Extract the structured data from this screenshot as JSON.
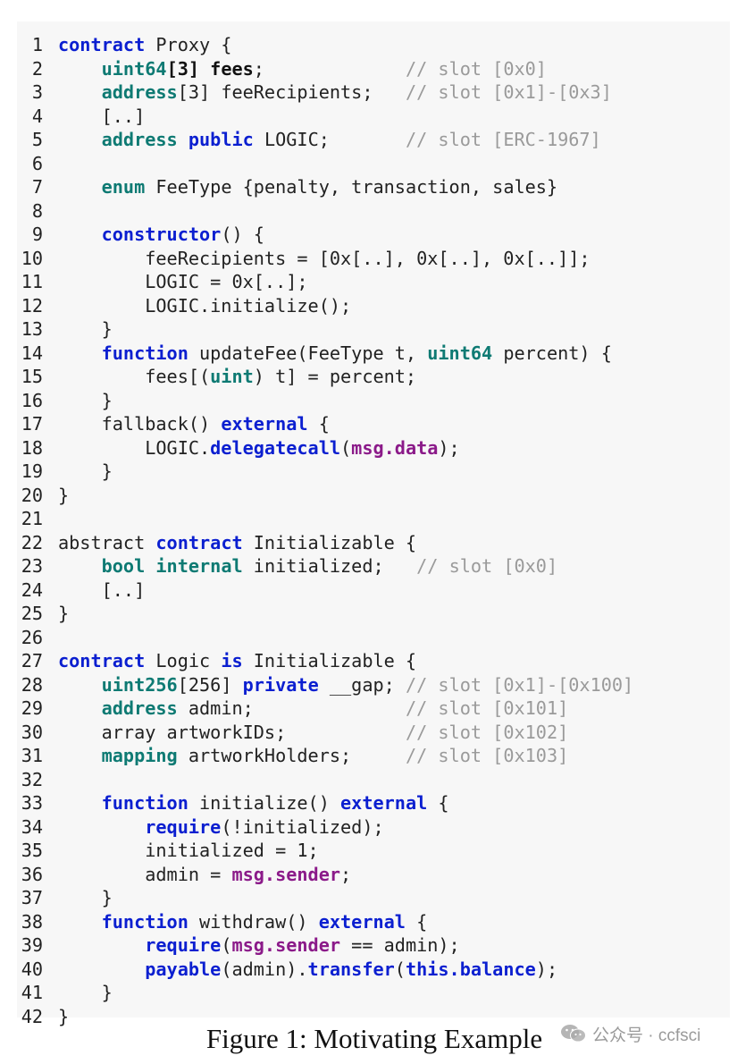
{
  "code_listing": {
    "lines": [
      {
        "n": "1",
        "segs": [
          [
            "kw-blue",
            "contract"
          ],
          [
            "plain",
            " Proxy {"
          ]
        ]
      },
      {
        "n": "2",
        "segs": [
          [
            "plain",
            "    "
          ],
          [
            "kw-teal",
            "uint64"
          ],
          [
            "kw-bold",
            "[3] fees"
          ],
          [
            "plain",
            ";             "
          ],
          [
            "comment",
            "// slot [0x0]"
          ]
        ]
      },
      {
        "n": "3",
        "segs": [
          [
            "plain",
            "    "
          ],
          [
            "kw-teal",
            "address"
          ],
          [
            "plain",
            "[3] feeRecipients;   "
          ],
          [
            "comment",
            "// slot [0x1]-[0x3]"
          ]
        ]
      },
      {
        "n": "4",
        "segs": [
          [
            "plain",
            "    [..]"
          ]
        ]
      },
      {
        "n": "5",
        "segs": [
          [
            "plain",
            "    "
          ],
          [
            "kw-teal",
            "address"
          ],
          [
            "plain",
            " "
          ],
          [
            "kw-blue",
            "public"
          ],
          [
            "plain",
            " LOGIC;       "
          ],
          [
            "comment",
            "// slot [ERC-1967]"
          ]
        ]
      },
      {
        "n": "6",
        "segs": []
      },
      {
        "n": "7",
        "segs": [
          [
            "plain",
            "    "
          ],
          [
            "kw-teal",
            "enum"
          ],
          [
            "plain",
            " FeeType {penalty, transaction, sales}"
          ]
        ]
      },
      {
        "n": "8",
        "segs": []
      },
      {
        "n": "9",
        "segs": [
          [
            "plain",
            "    "
          ],
          [
            "kw-blue",
            "constructor"
          ],
          [
            "plain",
            "() {"
          ]
        ]
      },
      {
        "n": "10",
        "segs": [
          [
            "plain",
            "        feeRecipients = [0x[..], 0x[..], 0x[..]];"
          ]
        ]
      },
      {
        "n": "11",
        "segs": [
          [
            "plain",
            "        LOGIC = 0x[..];"
          ]
        ]
      },
      {
        "n": "12",
        "segs": [
          [
            "plain",
            "        LOGIC.initialize();"
          ]
        ]
      },
      {
        "n": "13",
        "segs": [
          [
            "plain",
            "    }"
          ]
        ]
      },
      {
        "n": "14",
        "segs": [
          [
            "plain",
            "    "
          ],
          [
            "kw-blue",
            "function"
          ],
          [
            "plain",
            " updateFee(FeeType t, "
          ],
          [
            "kw-teal",
            "uint64"
          ],
          [
            "plain",
            " percent) {"
          ]
        ]
      },
      {
        "n": "15",
        "segs": [
          [
            "plain",
            "        fees[("
          ],
          [
            "kw-teal",
            "uint"
          ],
          [
            "plain",
            ") t] = percent;"
          ]
        ]
      },
      {
        "n": "16",
        "segs": [
          [
            "plain",
            "    }"
          ]
        ]
      },
      {
        "n": "17",
        "segs": [
          [
            "plain",
            "    fallback() "
          ],
          [
            "kw-blue",
            "external"
          ],
          [
            "plain",
            " {"
          ]
        ]
      },
      {
        "n": "18",
        "segs": [
          [
            "plain",
            "        LOGIC."
          ],
          [
            "kw-blue",
            "delegatecall"
          ],
          [
            "plain",
            "("
          ],
          [
            "kw-purple",
            "msg.data"
          ],
          [
            "plain",
            ");"
          ]
        ]
      },
      {
        "n": "19",
        "segs": [
          [
            "plain",
            "    }"
          ]
        ]
      },
      {
        "n": "20",
        "segs": [
          [
            "plain",
            "}"
          ]
        ]
      },
      {
        "n": "21",
        "segs": []
      },
      {
        "n": "22",
        "segs": [
          [
            "plain",
            "abstract "
          ],
          [
            "kw-blue",
            "contract"
          ],
          [
            "plain",
            " Initializable {"
          ]
        ]
      },
      {
        "n": "23",
        "segs": [
          [
            "plain",
            "    "
          ],
          [
            "kw-teal",
            "bool"
          ],
          [
            "plain",
            " "
          ],
          [
            "kw-teal",
            "internal"
          ],
          [
            "plain",
            " initialized;   "
          ],
          [
            "comment",
            "// slot [0x0]"
          ]
        ]
      },
      {
        "n": "24",
        "segs": [
          [
            "plain",
            "    [..]"
          ]
        ]
      },
      {
        "n": "25",
        "segs": [
          [
            "plain",
            "}"
          ]
        ]
      },
      {
        "n": "26",
        "segs": []
      },
      {
        "n": "27",
        "segs": [
          [
            "kw-blue",
            "contract"
          ],
          [
            "plain",
            " Logic "
          ],
          [
            "kw-blue",
            "is"
          ],
          [
            "plain",
            " Initializable {"
          ]
        ]
      },
      {
        "n": "28",
        "segs": [
          [
            "plain",
            "    "
          ],
          [
            "kw-teal",
            "uint256"
          ],
          [
            "plain",
            "[256] "
          ],
          [
            "kw-blue",
            "private"
          ],
          [
            "plain",
            " __gap; "
          ],
          [
            "comment",
            "// slot [0x1]-[0x100]"
          ]
        ]
      },
      {
        "n": "29",
        "segs": [
          [
            "plain",
            "    "
          ],
          [
            "kw-teal",
            "address"
          ],
          [
            "plain",
            " admin;              "
          ],
          [
            "comment",
            "// slot [0x101]"
          ]
        ]
      },
      {
        "n": "30",
        "segs": [
          [
            "plain",
            "    array artworkIDs;           "
          ],
          [
            "comment",
            "// slot [0x102]"
          ]
        ]
      },
      {
        "n": "31",
        "segs": [
          [
            "plain",
            "    "
          ],
          [
            "kw-teal",
            "mapping"
          ],
          [
            "plain",
            " artworkHolders;     "
          ],
          [
            "comment",
            "// slot [0x103]"
          ]
        ]
      },
      {
        "n": "32",
        "segs": []
      },
      {
        "n": "33",
        "segs": [
          [
            "plain",
            "    "
          ],
          [
            "kw-blue",
            "function"
          ],
          [
            "plain",
            " initialize() "
          ],
          [
            "kw-blue",
            "external"
          ],
          [
            "plain",
            " {"
          ]
        ]
      },
      {
        "n": "34",
        "segs": [
          [
            "plain",
            "        "
          ],
          [
            "kw-blue",
            "require"
          ],
          [
            "plain",
            "(!initialized);"
          ]
        ]
      },
      {
        "n": "35",
        "segs": [
          [
            "plain",
            "        initialized = 1;"
          ]
        ]
      },
      {
        "n": "36",
        "segs": [
          [
            "plain",
            "        admin = "
          ],
          [
            "kw-purple",
            "msg.sender"
          ],
          [
            "plain",
            ";"
          ]
        ]
      },
      {
        "n": "37",
        "segs": [
          [
            "plain",
            "    }"
          ]
        ]
      },
      {
        "n": "38",
        "segs": [
          [
            "plain",
            "    "
          ],
          [
            "kw-blue",
            "function"
          ],
          [
            "plain",
            " withdraw() "
          ],
          [
            "kw-blue",
            "external"
          ],
          [
            "plain",
            " {"
          ]
        ]
      },
      {
        "n": "39",
        "segs": [
          [
            "plain",
            "        "
          ],
          [
            "kw-blue",
            "require"
          ],
          [
            "plain",
            "("
          ],
          [
            "kw-purple",
            "msg.sender"
          ],
          [
            "plain",
            " == admin);"
          ]
        ]
      },
      {
        "n": "40",
        "segs": [
          [
            "plain",
            "        "
          ],
          [
            "kw-blue",
            "payable"
          ],
          [
            "plain",
            "(admin)."
          ],
          [
            "kw-blue",
            "transfer"
          ],
          [
            "plain",
            "("
          ],
          [
            "kw-blue",
            "this.balance"
          ],
          [
            "plain",
            ");"
          ]
        ]
      },
      {
        "n": "41",
        "segs": [
          [
            "plain",
            "    }"
          ]
        ]
      },
      {
        "n": "42",
        "segs": [
          [
            "plain",
            "}"
          ]
        ]
      }
    ]
  },
  "caption": "Figure 1: Motivating Example",
  "watermark": {
    "text": "公众号 · ccfsci",
    "icon": "wechat-icon"
  },
  "colors": {
    "keyword_blue": "#0b1fd0",
    "keyword_teal": "#0e7a73",
    "keyword_purple": "#8b1a89",
    "comment_gray": "#9a9a9a",
    "code_background": "#f7f7f7"
  }
}
